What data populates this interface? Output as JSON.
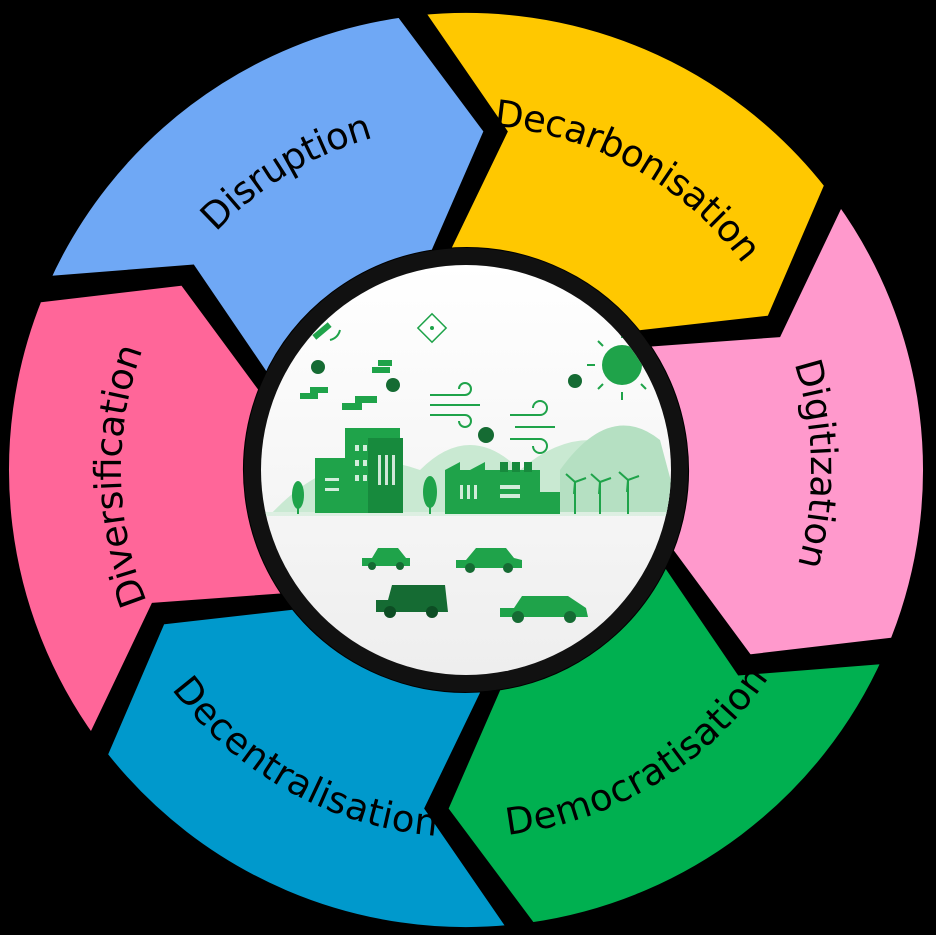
{
  "diagram": {
    "segments": [
      {
        "id": "disruption",
        "label": "Disruption",
        "color": "#6FA8F5"
      },
      {
        "id": "decarbonisation",
        "label": "Decarbonisation",
        "color": "#FFC800"
      },
      {
        "id": "digitization",
        "label": "Digitization",
        "color": "#FF99CC"
      },
      {
        "id": "democratisation",
        "label": "Democratisation",
        "color": "#00B050"
      },
      {
        "id": "decentralisation",
        "label": "Decentralisation",
        "color": "#0099CC"
      },
      {
        "id": "diversification",
        "label": "Diversification",
        "color": "#FF6699"
      }
    ],
    "center": {
      "background": "#F2F2F2",
      "ring_color": "#111111",
      "illustration_color": "#1FA34A",
      "illustration_light": "#A8DDB5"
    }
  }
}
